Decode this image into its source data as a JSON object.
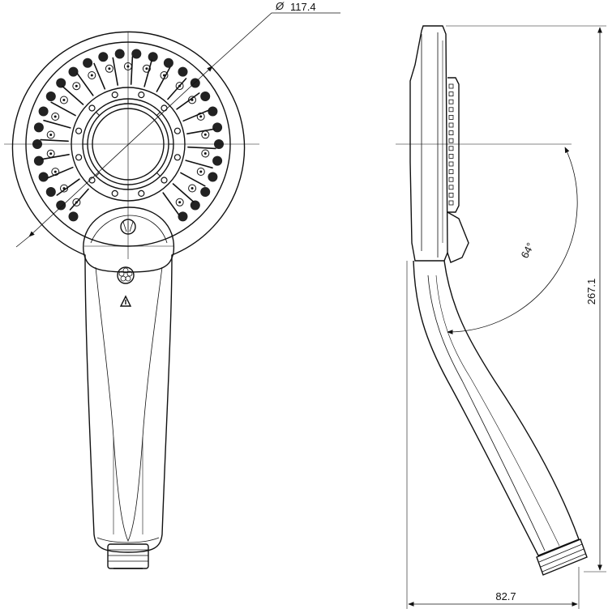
{
  "dimensions": {
    "diameter": {
      "symbol": "Ø",
      "value": "117.4"
    },
    "angle": "64°",
    "height": "267.1",
    "width": "82.7"
  },
  "colors": {
    "line": "#111111",
    "background": "#ffffff",
    "nozzle_fill": "#222222"
  },
  "icons": [
    "diameter-symbol-icon",
    "spray-mode-icon",
    "flower-icon",
    "arrow-up-icon"
  ]
}
